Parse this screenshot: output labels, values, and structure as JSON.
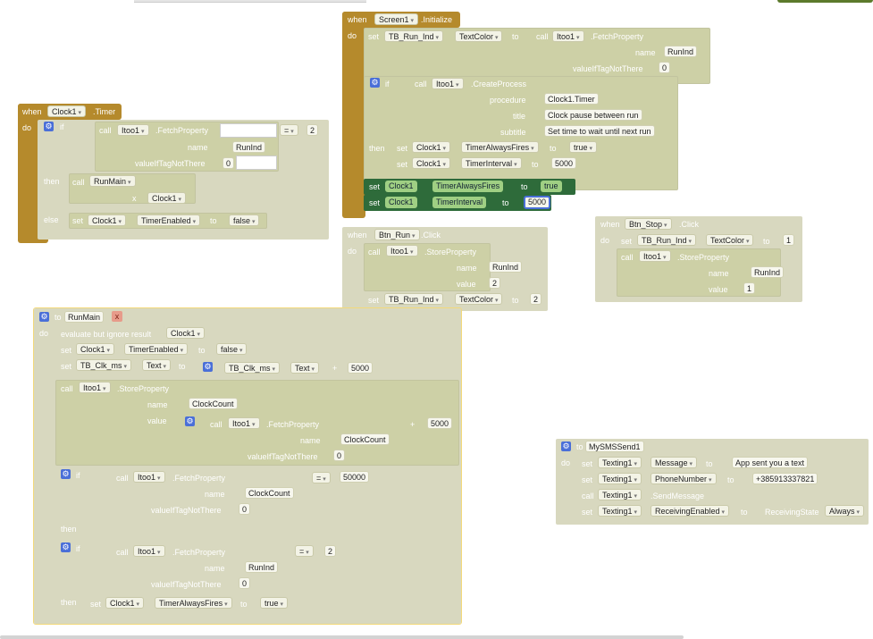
{
  "kw": {
    "when": "when",
    "do": "do",
    "set": "set",
    "call": "call",
    "if": "if",
    "then": "then",
    "else": "else",
    "to": "to",
    "x": "x",
    "name": "name",
    "value": "value",
    "valueIfTagNotThere": "valueIfTagNotThere",
    "procedure": "procedure",
    "title": "title",
    "subtitle": "subtitle",
    "evaluate": "evaluate but ignore result",
    "plus": "+",
    "eq": "="
  },
  "clock_timer": {
    "component": "Clock1",
    "event": ".Timer",
    "tinyDb": "Itoo1",
    "method": ".FetchProperty",
    "tag": "RunInd",
    "tagDefault": "0",
    "compareValue": "2",
    "procName": "RunMain",
    "procArg": "Clock1",
    "setComp": "Clock1",
    "setProp": "TimerEnabled",
    "setValue": "false"
  },
  "screen_init": {
    "component": "Screen1",
    "event": ".Initialize",
    "setComp": "TB_Run_Ind",
    "setProp": "TextColor",
    "callComp": "Itoo1",
    "callMethod": ".FetchProperty",
    "tag": "RunInd",
    "tagDefault": "0",
    "createComp": "Itoo1",
    "createMethod": ".CreateProcess",
    "procedure": "Clock1.Timer",
    "title": "Clock pause between run",
    "subtitle": "Set time to wait until next run",
    "thenComp1": "Clock1",
    "thenProp1": "TimerAlwaysFires",
    "thenVal1": "true",
    "thenComp2": "Clock1",
    "thenProp2": "TimerInterval",
    "thenVal2": "5000",
    "g1Comp": "Clock1",
    "g1Prop": "TimerAlwaysFires",
    "g1Val": "true",
    "g2Comp": "Clock1",
    "g2Prop": "TimerInterval",
    "g2Val": "5000"
  },
  "btn_run": {
    "component": "Btn_Run",
    "event": ".Click",
    "callComp": "Itoo1",
    "callMethod": ".StoreProperty",
    "tag": "RunInd",
    "value": "2",
    "setComp": "TB_Run_Ind",
    "setProp": "TextColor",
    "setValue": "2"
  },
  "btn_stop": {
    "component": "Btn_Stop",
    "event": ".Click",
    "setComp": "TB_Run_Ind",
    "setProp": "TextColor",
    "setValue": "1",
    "callComp": "Itoo1",
    "callMethod": ".StoreProperty",
    "tag": "RunInd",
    "value": "1"
  },
  "run_main": {
    "procKw": "to",
    "name": "RunMain",
    "evalArg": "Clock1",
    "set1Comp": "Clock1",
    "set1Prop": "TimerEnabled",
    "set1Val": "false",
    "set2Comp": "TB_Clk_ms",
    "set2Prop": "Text",
    "rhsComp": "TB_Clk_ms",
    "rhsProp": "Text",
    "rhsAdd": "5000",
    "storeComp": "Itoo1",
    "storeMethod": ".StoreProperty",
    "storeTag": "ClockCount",
    "fetchComp": "Itoo1",
    "fetchMethod": ".FetchProperty",
    "fetchTag": "ClockCount",
    "fetchDefault": "0",
    "fetchAdd": "5000",
    "if1Comp": "Itoo1",
    "if1Method": ".FetchProperty",
    "if1Tag": "ClockCount",
    "if1Default": "0",
    "if1Compare": "50000",
    "if2Comp": "Itoo1",
    "if2Method": ".FetchProperty",
    "if2Tag": "RunInd",
    "if2Default": "0",
    "if2Compare": "2",
    "if2SetComp": "Clock1",
    "if2SetProp": "TimerAlwaysFires",
    "if2SetVal": "true"
  },
  "sms": {
    "procKw": "to",
    "name": "MySMSSend1",
    "c1": "Texting1",
    "p1": "Message",
    "v1": "App sent you a text",
    "c2": "Texting1",
    "p2": "PhoneNumber",
    "v2": "+385913337821",
    "c3": "Texting1",
    "m3": ".SendMessage",
    "c4": "Texting1",
    "p4": "ReceivingEnabled",
    "v4prefix": "ReceivingState",
    "v4": "Always"
  },
  "colors": {
    "event_hat": "#b58a2c",
    "disabled_block": "#d6d8b6",
    "highlight_green": "#2e6b3a",
    "selected_blue": "#4a6fd8"
  }
}
